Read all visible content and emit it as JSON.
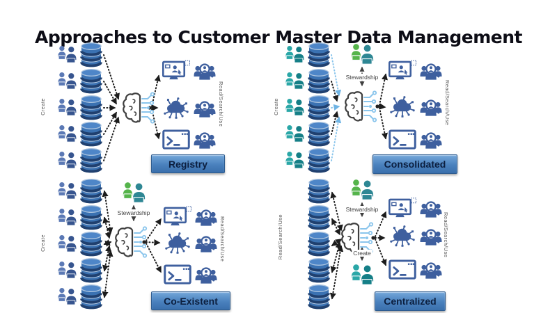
{
  "title": "Approaches to Customer Master Data Management",
  "labels": {
    "create": "Create",
    "read_search_use": "Read/Search/Use",
    "stewardship": "Stewardship"
  },
  "quadrants": [
    {
      "name": "Registry",
      "position": "top-left",
      "left_axis": "Create",
      "right_axis": "Read/Search/Use",
      "has_stewardship": false,
      "source_count": 5,
      "consumer_count": 3,
      "source_flow": "one-way-to-hub",
      "creator_style": "blue"
    },
    {
      "name": "Consolidated",
      "position": "top-right",
      "left_axis": "Create",
      "right_axis": "Read/Search/Use",
      "has_stewardship": true,
      "source_count": 5,
      "consumer_count": 3,
      "source_flow": "one-way-to-hub",
      "creator_style": "teal"
    },
    {
      "name": "Co-Existent",
      "position": "bottom-left",
      "left_axis": "Create",
      "right_axis": "Read/Search/Use",
      "has_stewardship": true,
      "source_count": 5,
      "consumer_count": 3,
      "source_flow": "two-way",
      "creator_style": "blue"
    },
    {
      "name": "Centralized",
      "position": "bottom-right",
      "left_axis": "Read/Search/Use",
      "right_axis": "Read/Search/Use",
      "has_stewardship": true,
      "hub_create_label": "Create",
      "source_count": 5,
      "consumer_count": 3,
      "source_flow": "two-way",
      "creator_style": "teal"
    }
  ],
  "icons": {
    "creators": "users-laptops-icon",
    "database": "database-icon",
    "hub": "ai-brain-circuit-icon",
    "application": "app-monitor-icon",
    "network": "cloud-network-icon",
    "terminal": "terminal-icon",
    "consumers": "users-magnifier-icon",
    "steward": "stewards-icon"
  },
  "colors": {
    "icon_blue": "#3e5f9e",
    "database_blue": "#3b72b2",
    "database_band": "#20406f",
    "teal": "#1f8f96",
    "steward_green": "#55b44b",
    "circuit_blue": "#8ac5ec",
    "arrow_black": "#1c1c1c",
    "label_box_top": "#74a7da",
    "label_box_bottom": "#3a6fac",
    "label_text": "#0c1f3f",
    "axis_label_gray": "#595959",
    "background": "#ffffff"
  }
}
